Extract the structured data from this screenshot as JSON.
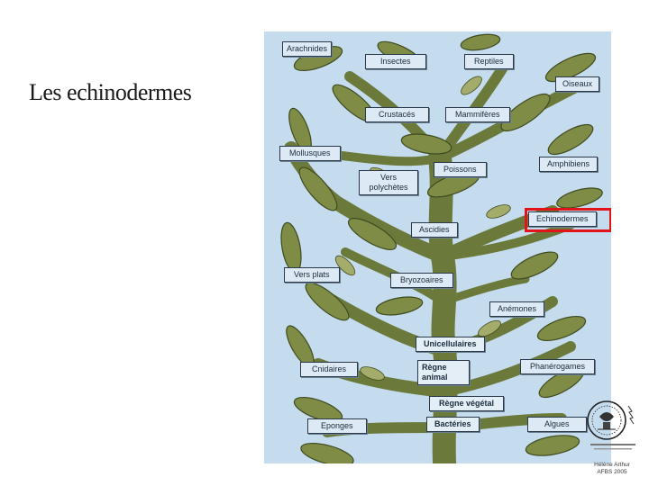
{
  "slide": {
    "title": "Les echinodermes"
  },
  "tree": {
    "labels": {
      "arachnides": "Arachnides",
      "insectes": "Insectes",
      "reptiles": "Reptiles",
      "oiseaux": "Oiseaux",
      "crustaces": "Crustacés",
      "mammiferes": "Mammifères",
      "mollusques": "Mollusques",
      "amphibiens": "Amphibiens",
      "poissons": "Poissons",
      "vers_polychetes": "Vers polychètes",
      "echinodermes": "Echinodermes",
      "ascidies": "Ascidies",
      "vers_plats": "Vers plats",
      "bryozoaires": "Bryozoaires",
      "anemones": "Anémones",
      "unicellulaires": "Unicellulaires",
      "cnidaires": "Cnidaires",
      "regne_animal": "Règne animal",
      "phanerogames": "Phanérogames",
      "regne_vegetal": "Règne végétal",
      "eponges": "Eponges",
      "bacteries": "Bactéries",
      "algues": "Algues"
    },
    "highlighted": "echinodermes",
    "highlight_color": "#e2141a",
    "background_color": "#c5dcee",
    "trunk_color": "#6b7a3a"
  },
  "credit": {
    "line1": "Hélène Arthur",
    "line2": "AFBS 2005"
  }
}
